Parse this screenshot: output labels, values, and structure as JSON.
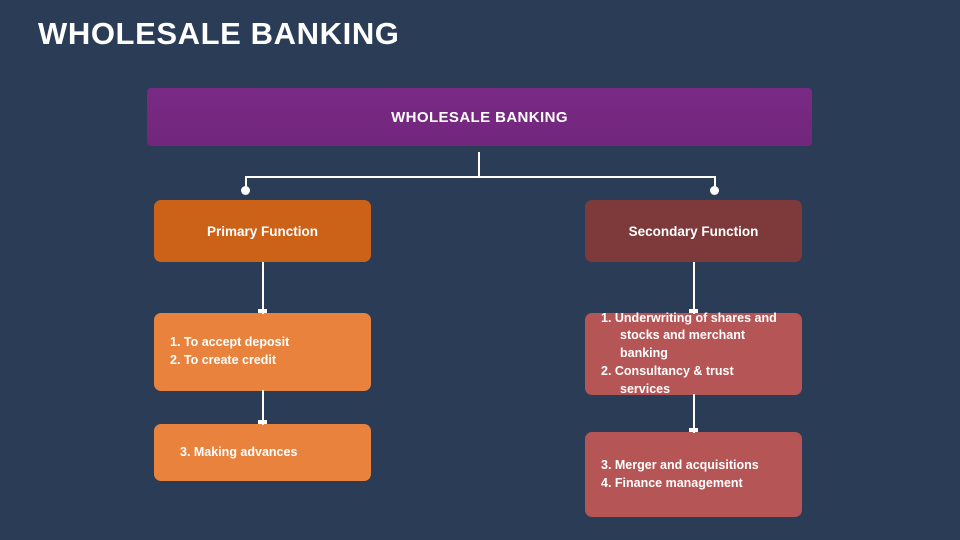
{
  "slide": {
    "title": "WHOLESALE BANKING",
    "background_color": "#2a3c56"
  },
  "diagram": {
    "root": {
      "label": "WHOLESALE BANKING",
      "color": "#73267d",
      "accent_color": "#b44bb8"
    },
    "branches": [
      {
        "id": "primary",
        "header": "Primary Function",
        "color": "#cc6118",
        "accent_color": "#d9a079",
        "items": [
          {
            "box_color": "#e8823c",
            "lines": [
              "1. To accept deposit",
              "2. To create credit"
            ]
          },
          {
            "box_color": "#e8823c",
            "lines": [
              "3. Making advances"
            ]
          }
        ]
      },
      {
        "id": "secondary",
        "header": "Secondary Function",
        "color": "#7e3a3a",
        "accent_color": "#c09292",
        "items": [
          {
            "box_color": "#b55555",
            "lines": [
              "1. Underwriting of shares and stocks and merchant banking",
              "2. Consultancy & trust services"
            ]
          },
          {
            "box_color": "#b55555",
            "lines": [
              "3. Merger and acquisitions",
              "4. Finance management"
            ]
          }
        ]
      }
    ]
  }
}
